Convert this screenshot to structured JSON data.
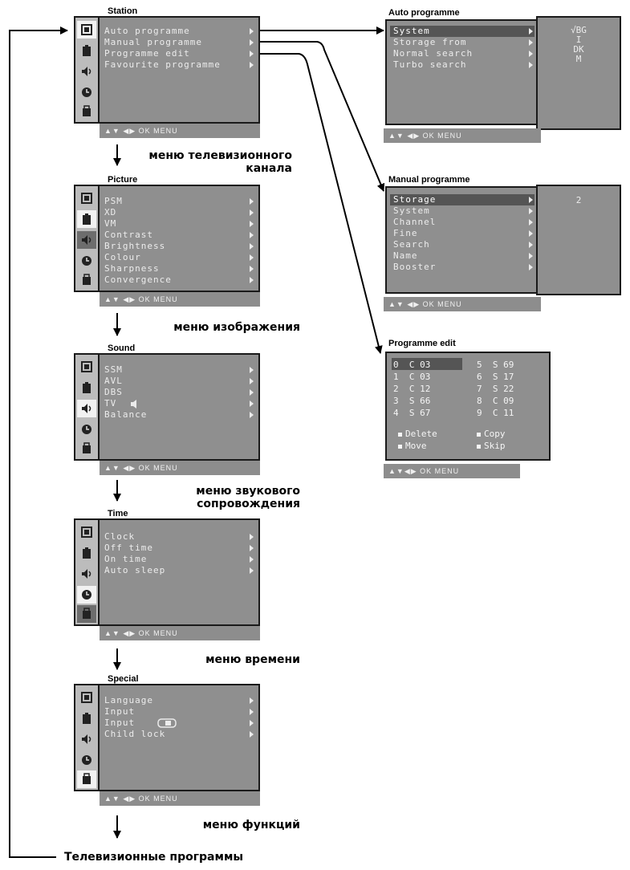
{
  "nav_bar_text": "▲▼ ◀▶ OK MENU",
  "nav_bar_text_short": "▲▼◀▶ OK MENU",
  "menus": {
    "station": {
      "title": "Station",
      "items": [
        "Auto programme",
        "Manual programme",
        "Programme edit",
        "Favourite programme"
      ],
      "caption": "меню телевизионного канала"
    },
    "picture": {
      "title": "Picture",
      "items": [
        "PSM",
        "XD",
        "VM",
        "Contrast",
        "Brightness",
        "Colour",
        "Sharpness",
        "Convergence"
      ],
      "caption": "меню изображения"
    },
    "sound": {
      "title": "Sound",
      "items": [
        "SSM",
        "AVL",
        "DBS",
        "TV",
        "Balance"
      ],
      "caption": "меню звукового сопровождения"
    },
    "time": {
      "title": "Time",
      "items": [
        "Clock",
        "Off time",
        "On time",
        "Auto sleep"
      ],
      "caption": "меню времени"
    },
    "special": {
      "title": "Special",
      "items": [
        "Language",
        "Input",
        "Input",
        "Child lock"
      ],
      "caption": "меню функций"
    }
  },
  "auto_programme": {
    "title": "Auto programme",
    "items": [
      "System",
      "Storage from",
      "Normal search",
      "Turbo search"
    ],
    "values": [
      "√BG",
      "I",
      "DK",
      "M"
    ]
  },
  "manual_programme": {
    "title": "Manual programme",
    "items": [
      "Storage",
      "System",
      "Channel",
      "Fine",
      "Search",
      "Name",
      "Booster"
    ],
    "value": "2"
  },
  "programme_edit": {
    "title": "Programme edit",
    "rows": [
      [
        "0",
        "C",
        "03",
        "5",
        "S",
        "69"
      ],
      [
        "1",
        "C",
        "03",
        "6",
        "S",
        "17"
      ],
      [
        "2",
        "C",
        "12",
        "7",
        "S",
        "22"
      ],
      [
        "3",
        "S",
        "66",
        "8",
        "C",
        "09"
      ],
      [
        "4",
        "S",
        "67",
        "9",
        "C",
        "11"
      ]
    ],
    "legend": [
      "Delete",
      "Copy",
      "Move",
      "Skip"
    ]
  },
  "bottom_label": "Телевизионные программы",
  "colors": {
    "osd_panel": "#8f8f8f",
    "osd_border": "#1a1a1a",
    "osd_text": "#ececec",
    "highlight": "#555555"
  },
  "icons": [
    "station-tab-icon",
    "picture-tab-icon",
    "sound-tab-icon",
    "time-tab-icon",
    "special-tab-icon"
  ]
}
